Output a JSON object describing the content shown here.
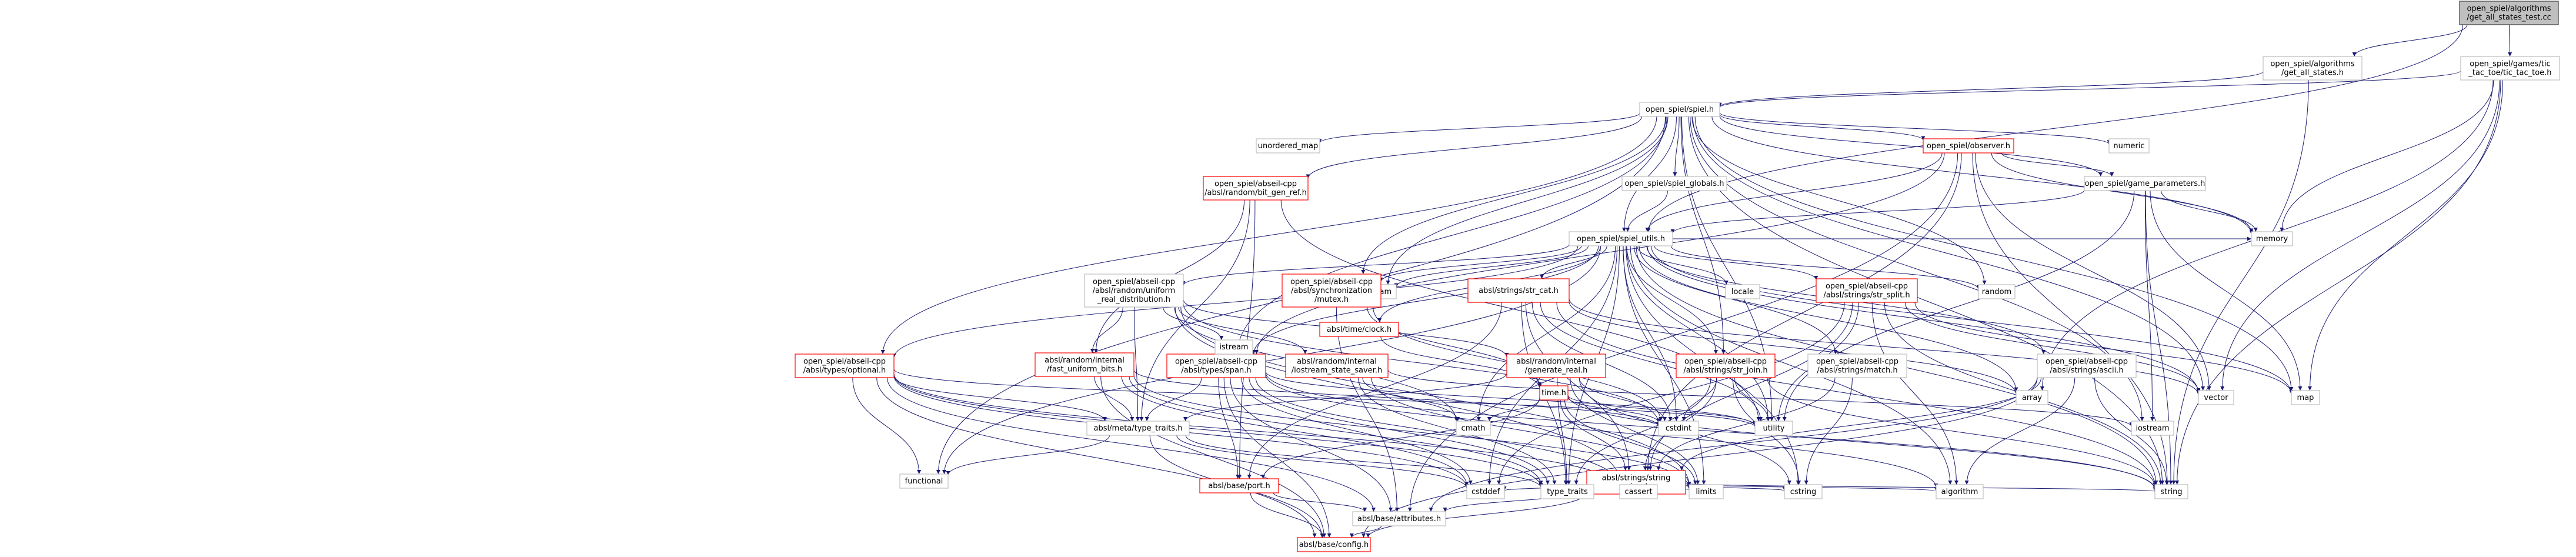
{
  "graph": {
    "nodes": [
      {
        "id": "root",
        "lines": [
          "open_spiel/algorithms",
          "/get_all_states_test.cc"
        ],
        "type": "root"
      },
      {
        "id": "get_all_states",
        "lines": [
          "open_spiel/algorithms",
          "/get_all_states.h"
        ],
        "type": "normal"
      },
      {
        "id": "tic_tac_toe",
        "lines": [
          "open_spiel/games/tic",
          "_tac_toe/tic_tac_toe.h"
        ],
        "type": "normal"
      },
      {
        "id": "spiel",
        "lines": [
          "open_spiel/spiel.h"
        ],
        "type": "normal"
      },
      {
        "id": "observer",
        "lines": [
          "open_spiel/observer.h"
        ],
        "type": "red"
      },
      {
        "id": "numeric",
        "lines": [
          "numeric"
        ],
        "type": "normal"
      },
      {
        "id": "unordered_map",
        "lines": [
          "unordered_map"
        ],
        "type": "normal"
      },
      {
        "id": "bit_gen_ref",
        "lines": [
          "open_spiel/abseil-cpp",
          "/absl/random/bit_gen_ref.h"
        ],
        "type": "red"
      },
      {
        "id": "spiel_globals",
        "lines": [
          "open_spiel/spiel_globals.h"
        ],
        "type": "normal"
      },
      {
        "id": "game_parameters",
        "lines": [
          "open_spiel/game_parameters.h"
        ],
        "type": "normal"
      },
      {
        "id": "spiel_utils",
        "lines": [
          "open_spiel/spiel_utils.h"
        ],
        "type": "normal"
      },
      {
        "id": "memory",
        "lines": [
          "memory"
        ],
        "type": "normal"
      },
      {
        "id": "sstream",
        "lines": [
          "sstream"
        ],
        "type": "normal"
      },
      {
        "id": "uniform_real",
        "lines": [
          "open_spiel/abseil-cpp",
          "/absl/random/uniform",
          "_real_distribution.h"
        ],
        "type": "normal"
      },
      {
        "id": "mutex",
        "lines": [
          "open_spiel/abseil-cpp",
          "/absl/synchronization",
          "/mutex.h"
        ],
        "type": "red"
      },
      {
        "id": "str_cat",
        "lines": [
          "absl/strings/str_cat.h"
        ],
        "type": "red"
      },
      {
        "id": "clock",
        "lines": [
          "absl/time/clock.h"
        ],
        "type": "red"
      },
      {
        "id": "locale",
        "lines": [
          "locale"
        ],
        "type": "normal"
      },
      {
        "id": "random",
        "lines": [
          "random"
        ],
        "type": "normal"
      },
      {
        "id": "str_split",
        "lines": [
          "open_spiel/abseil-cpp",
          "/absl/strings/str_split.h"
        ],
        "type": "red"
      },
      {
        "id": "optional",
        "lines": [
          "open_spiel/abseil-cpp",
          "/absl/types/optional.h"
        ],
        "type": "red"
      },
      {
        "id": "fast_uniform",
        "lines": [
          "absl/random/internal",
          "/fast_uniform_bits.h"
        ],
        "type": "red"
      },
      {
        "id": "span",
        "lines": [
          "open_spiel/abseil-cpp",
          "/absl/types/span.h"
        ],
        "type": "red"
      },
      {
        "id": "iostream_state",
        "lines": [
          "absl/random/internal",
          "/iostream_state_saver.h"
        ],
        "type": "red"
      },
      {
        "id": "istream",
        "lines": [
          "istream"
        ],
        "type": "normal"
      },
      {
        "id": "generate_real",
        "lines": [
          "absl/random/internal",
          "/generate_real.h"
        ],
        "type": "red"
      },
      {
        "id": "time",
        "lines": [
          "time.h"
        ],
        "type": "red"
      },
      {
        "id": "str_join",
        "lines": [
          "open_spiel/abseil-cpp",
          "/absl/strings/str_join.h"
        ],
        "type": "red"
      },
      {
        "id": "match",
        "lines": [
          "open_spiel/abseil-cpp",
          "/absl/strings/match.h"
        ],
        "type": "normal"
      },
      {
        "id": "ascii",
        "lines": [
          "open_spiel/abseil-cpp",
          "/absl/strings/ascii.h"
        ],
        "type": "normal"
      },
      {
        "id": "array",
        "lines": [
          "array"
        ],
        "type": "normal"
      },
      {
        "id": "vector",
        "lines": [
          "vector"
        ],
        "type": "normal"
      },
      {
        "id": "map",
        "lines": [
          "map"
        ],
        "type": "normal"
      },
      {
        "id": "type_traits_h",
        "lines": [
          "absl/meta/type_traits.h"
        ],
        "type": "normal"
      },
      {
        "id": "cstdint",
        "lines": [
          "cstdint"
        ],
        "type": "normal"
      },
      {
        "id": "utility",
        "lines": [
          "utility"
        ],
        "type": "normal"
      },
      {
        "id": "cmath",
        "lines": [
          "cmath"
        ],
        "type": "normal"
      },
      {
        "id": "string_view",
        "lines": [
          "absl/strings/string",
          "_view.h"
        ],
        "type": "red"
      },
      {
        "id": "iostream",
        "lines": [
          "iostream"
        ],
        "type": "normal"
      },
      {
        "id": "functional",
        "lines": [
          "functional"
        ],
        "type": "normal"
      },
      {
        "id": "port",
        "lines": [
          "absl/base/port.h"
        ],
        "type": "red"
      },
      {
        "id": "cstddef",
        "lines": [
          "cstddef"
        ],
        "type": "normal"
      },
      {
        "id": "type_traits",
        "lines": [
          "type_traits"
        ],
        "type": "normal"
      },
      {
        "id": "cassert",
        "lines": [
          "cassert"
        ],
        "type": "normal"
      },
      {
        "id": "limits",
        "lines": [
          "limits"
        ],
        "type": "normal"
      },
      {
        "id": "cstring",
        "lines": [
          "cstring"
        ],
        "type": "normal"
      },
      {
        "id": "algorithm",
        "lines": [
          "algorithm"
        ],
        "type": "normal"
      },
      {
        "id": "string",
        "lines": [
          "string"
        ],
        "type": "normal"
      },
      {
        "id": "attributes",
        "lines": [
          "absl/base/attributes.h"
        ],
        "type": "normal"
      },
      {
        "id": "config",
        "lines": [
          "absl/base/config.h"
        ],
        "type": "red"
      }
    ],
    "edges": [
      [
        "root",
        "get_all_states"
      ],
      [
        "root",
        "tic_tac_toe"
      ],
      [
        "root",
        "spiel_utils"
      ],
      [
        "get_all_states",
        "spiel"
      ],
      [
        "get_all_states",
        "string"
      ],
      [
        "tic_tac_toe",
        "spiel"
      ],
      [
        "tic_tac_toe",
        "array"
      ],
      [
        "tic_tac_toe",
        "map"
      ],
      [
        "tic_tac_toe",
        "memory"
      ],
      [
        "tic_tac_toe",
        "string"
      ],
      [
        "tic_tac_toe",
        "vector"
      ],
      [
        "spiel",
        "observer"
      ],
      [
        "spiel",
        "numeric"
      ],
      [
        "spiel",
        "unordered_map"
      ],
      [
        "spiel",
        "bit_gen_ref"
      ],
      [
        "spiel",
        "spiel_globals"
      ],
      [
        "spiel",
        "game_parameters"
      ],
      [
        "spiel",
        "spiel_utils"
      ],
      [
        "spiel",
        "memory"
      ],
      [
        "spiel",
        "sstream"
      ],
      [
        "spiel",
        "random"
      ],
      [
        "spiel",
        "map"
      ],
      [
        "spiel",
        "vector"
      ],
      [
        "spiel",
        "string"
      ],
      [
        "spiel",
        "functional"
      ],
      [
        "spiel",
        "iostream"
      ],
      [
        "spiel",
        "mutex"
      ],
      [
        "spiel",
        "optional"
      ],
      [
        "spiel",
        "span"
      ],
      [
        "spiel",
        "str_join"
      ],
      [
        "spiel",
        "utility"
      ],
      [
        "observer",
        "spiel_utils"
      ],
      [
        "observer",
        "game_parameters"
      ],
      [
        "observer",
        "memory"
      ],
      [
        "observer",
        "string"
      ],
      [
        "observer",
        "vector"
      ],
      [
        "observer",
        "span"
      ],
      [
        "observer",
        "string_view"
      ],
      [
        "observer",
        "attributes"
      ],
      [
        "spiel_globals",
        "spiel_utils"
      ],
      [
        "game_parameters",
        "spiel_utils"
      ],
      [
        "game_parameters",
        "map"
      ],
      [
        "game_parameters",
        "memory"
      ],
      [
        "game_parameters",
        "string"
      ],
      [
        "game_parameters",
        "iostream"
      ],
      [
        "game_parameters",
        "utility"
      ],
      [
        "bit_gen_ref",
        "type_traits_h"
      ],
      [
        "bit_gen_ref",
        "fast_uniform"
      ],
      [
        "bit_gen_ref",
        "utility"
      ],
      [
        "bit_gen_ref",
        "port"
      ],
      [
        "spiel_utils",
        "sstream"
      ],
      [
        "spiel_utils",
        "locale"
      ],
      [
        "spiel_utils",
        "random"
      ],
      [
        "spiel_utils",
        "array"
      ],
      [
        "spiel_utils",
        "vector"
      ],
      [
        "spiel_utils",
        "map"
      ],
      [
        "spiel_utils",
        "string"
      ],
      [
        "spiel_utils",
        "str_cat"
      ],
      [
        "spiel_utils",
        "clock"
      ],
      [
        "spiel_utils",
        "str_split"
      ],
      [
        "spiel_utils",
        "uniform_real"
      ],
      [
        "spiel_utils",
        "mutex"
      ],
      [
        "spiel_utils",
        "optional"
      ],
      [
        "spiel_utils",
        "span"
      ],
      [
        "spiel_utils",
        "str_join"
      ],
      [
        "spiel_utils",
        "match"
      ],
      [
        "spiel_utils",
        "ascii"
      ],
      [
        "spiel_utils",
        "cstdint"
      ],
      [
        "spiel_utils",
        "utility"
      ],
      [
        "spiel_utils",
        "cmath"
      ],
      [
        "spiel_utils",
        "algorithm"
      ],
      [
        "spiel_utils",
        "cstring"
      ],
      [
        "spiel_utils",
        "type_traits"
      ],
      [
        "spiel_utils",
        "cstddef"
      ],
      [
        "spiel_utils",
        "limits"
      ],
      [
        "spiel_utils",
        "functional"
      ],
      [
        "spiel_utils",
        "memory"
      ],
      [
        "uniform_real",
        "type_traits_h"
      ],
      [
        "uniform_real",
        "fast_uniform"
      ],
      [
        "uniform_real",
        "generate_real"
      ],
      [
        "uniform_real",
        "iostream_state"
      ],
      [
        "uniform_real",
        "istream"
      ],
      [
        "uniform_real",
        "limits"
      ],
      [
        "uniform_real",
        "cassert"
      ],
      [
        "uniform_real",
        "cmath"
      ],
      [
        "uniform_real",
        "cstdint"
      ],
      [
        "mutex",
        "time"
      ],
      [
        "mutex",
        "cstdint"
      ],
      [
        "mutex",
        "attributes"
      ],
      [
        "str_cat",
        "array"
      ],
      [
        "str_cat",
        "string"
      ],
      [
        "str_cat",
        "string_view"
      ],
      [
        "str_cat",
        "cstdint"
      ],
      [
        "str_cat",
        "type_traits"
      ],
      [
        "str_cat",
        "utility"
      ],
      [
        "str_cat",
        "port"
      ],
      [
        "str_cat",
        "vector"
      ],
      [
        "clock",
        "time"
      ],
      [
        "str_split",
        "algorithm"
      ],
      [
        "str_split",
        "map"
      ],
      [
        "str_split",
        "string"
      ],
      [
        "str_split",
        "utility"
      ],
      [
        "str_split",
        "vector"
      ],
      [
        "str_split",
        "string_view"
      ],
      [
        "str_split",
        "cstddef"
      ],
      [
        "optional",
        "type_traits_h"
      ],
      [
        "optional",
        "functional"
      ],
      [
        "optional",
        "utility"
      ],
      [
        "optional",
        "cassert"
      ],
      [
        "optional",
        "type_traits"
      ],
      [
        "optional",
        "attributes"
      ],
      [
        "optional",
        "config"
      ],
      [
        "optional",
        "cstddef"
      ],
      [
        "fast_uniform",
        "type_traits_h"
      ],
      [
        "fast_uniform",
        "cstddef"
      ],
      [
        "fast_uniform",
        "cstdint"
      ],
      [
        "fast_uniform",
        "limits"
      ],
      [
        "fast_uniform",
        "type_traits"
      ],
      [
        "fast_uniform",
        "config"
      ],
      [
        "span",
        "type_traits_h"
      ],
      [
        "span",
        "port"
      ],
      [
        "span",
        "cstddef"
      ],
      [
        "span",
        "algorithm"
      ],
      [
        "span",
        "cassert"
      ],
      [
        "span",
        "string"
      ],
      [
        "span",
        "type_traits"
      ],
      [
        "span",
        "utility"
      ],
      [
        "span",
        "attributes"
      ],
      [
        "span",
        "config"
      ],
      [
        "iostream_state",
        "cmath"
      ],
      [
        "iostream_state",
        "iostream"
      ],
      [
        "iostream_state",
        "limits"
      ],
      [
        "iostream_state",
        "type_traits"
      ],
      [
        "generate_real",
        "cstdint"
      ],
      [
        "generate_real",
        "cstring"
      ],
      [
        "generate_real",
        "limits"
      ],
      [
        "generate_real",
        "type_traits"
      ],
      [
        "generate_real",
        "type_traits_h"
      ],
      [
        "time",
        "cmath"
      ],
      [
        "time",
        "cstdint"
      ],
      [
        "time",
        "limits"
      ],
      [
        "time",
        "string"
      ],
      [
        "time",
        "utility"
      ],
      [
        "time",
        "string_view"
      ],
      [
        "time",
        "port"
      ],
      [
        "str_join",
        "cstring"
      ],
      [
        "str_join",
        "string"
      ],
      [
        "str_join",
        "string_view"
      ],
      [
        "str_join",
        "cstdint"
      ],
      [
        "str_join",
        "type_traits"
      ],
      [
        "str_join",
        "utility"
      ],
      [
        "match",
        "cstring"
      ],
      [
        "match",
        "string_view"
      ],
      [
        "ascii",
        "algorithm"
      ],
      [
        "ascii",
        "string"
      ],
      [
        "ascii",
        "string_view"
      ],
      [
        "ascii",
        "attributes"
      ],
      [
        "ascii",
        "config"
      ],
      [
        "type_traits_h",
        "cstddef"
      ],
      [
        "type_traits_h",
        "functional"
      ],
      [
        "type_traits_h",
        "type_traits"
      ],
      [
        "type_traits_h",
        "config"
      ],
      [
        "string_view",
        "algorithm"
      ],
      [
        "string_view",
        "cassert"
      ],
      [
        "string_view",
        "cstddef"
      ],
      [
        "string_view",
        "cstring"
      ],
      [
        "string_view",
        "limits"
      ],
      [
        "string_view",
        "string"
      ],
      [
        "string_view",
        "config"
      ],
      [
        "string_view",
        "attributes"
      ],
      [
        "port",
        "attributes"
      ],
      [
        "port",
        "config"
      ],
      [
        "attributes",
        "config"
      ]
    ]
  }
}
